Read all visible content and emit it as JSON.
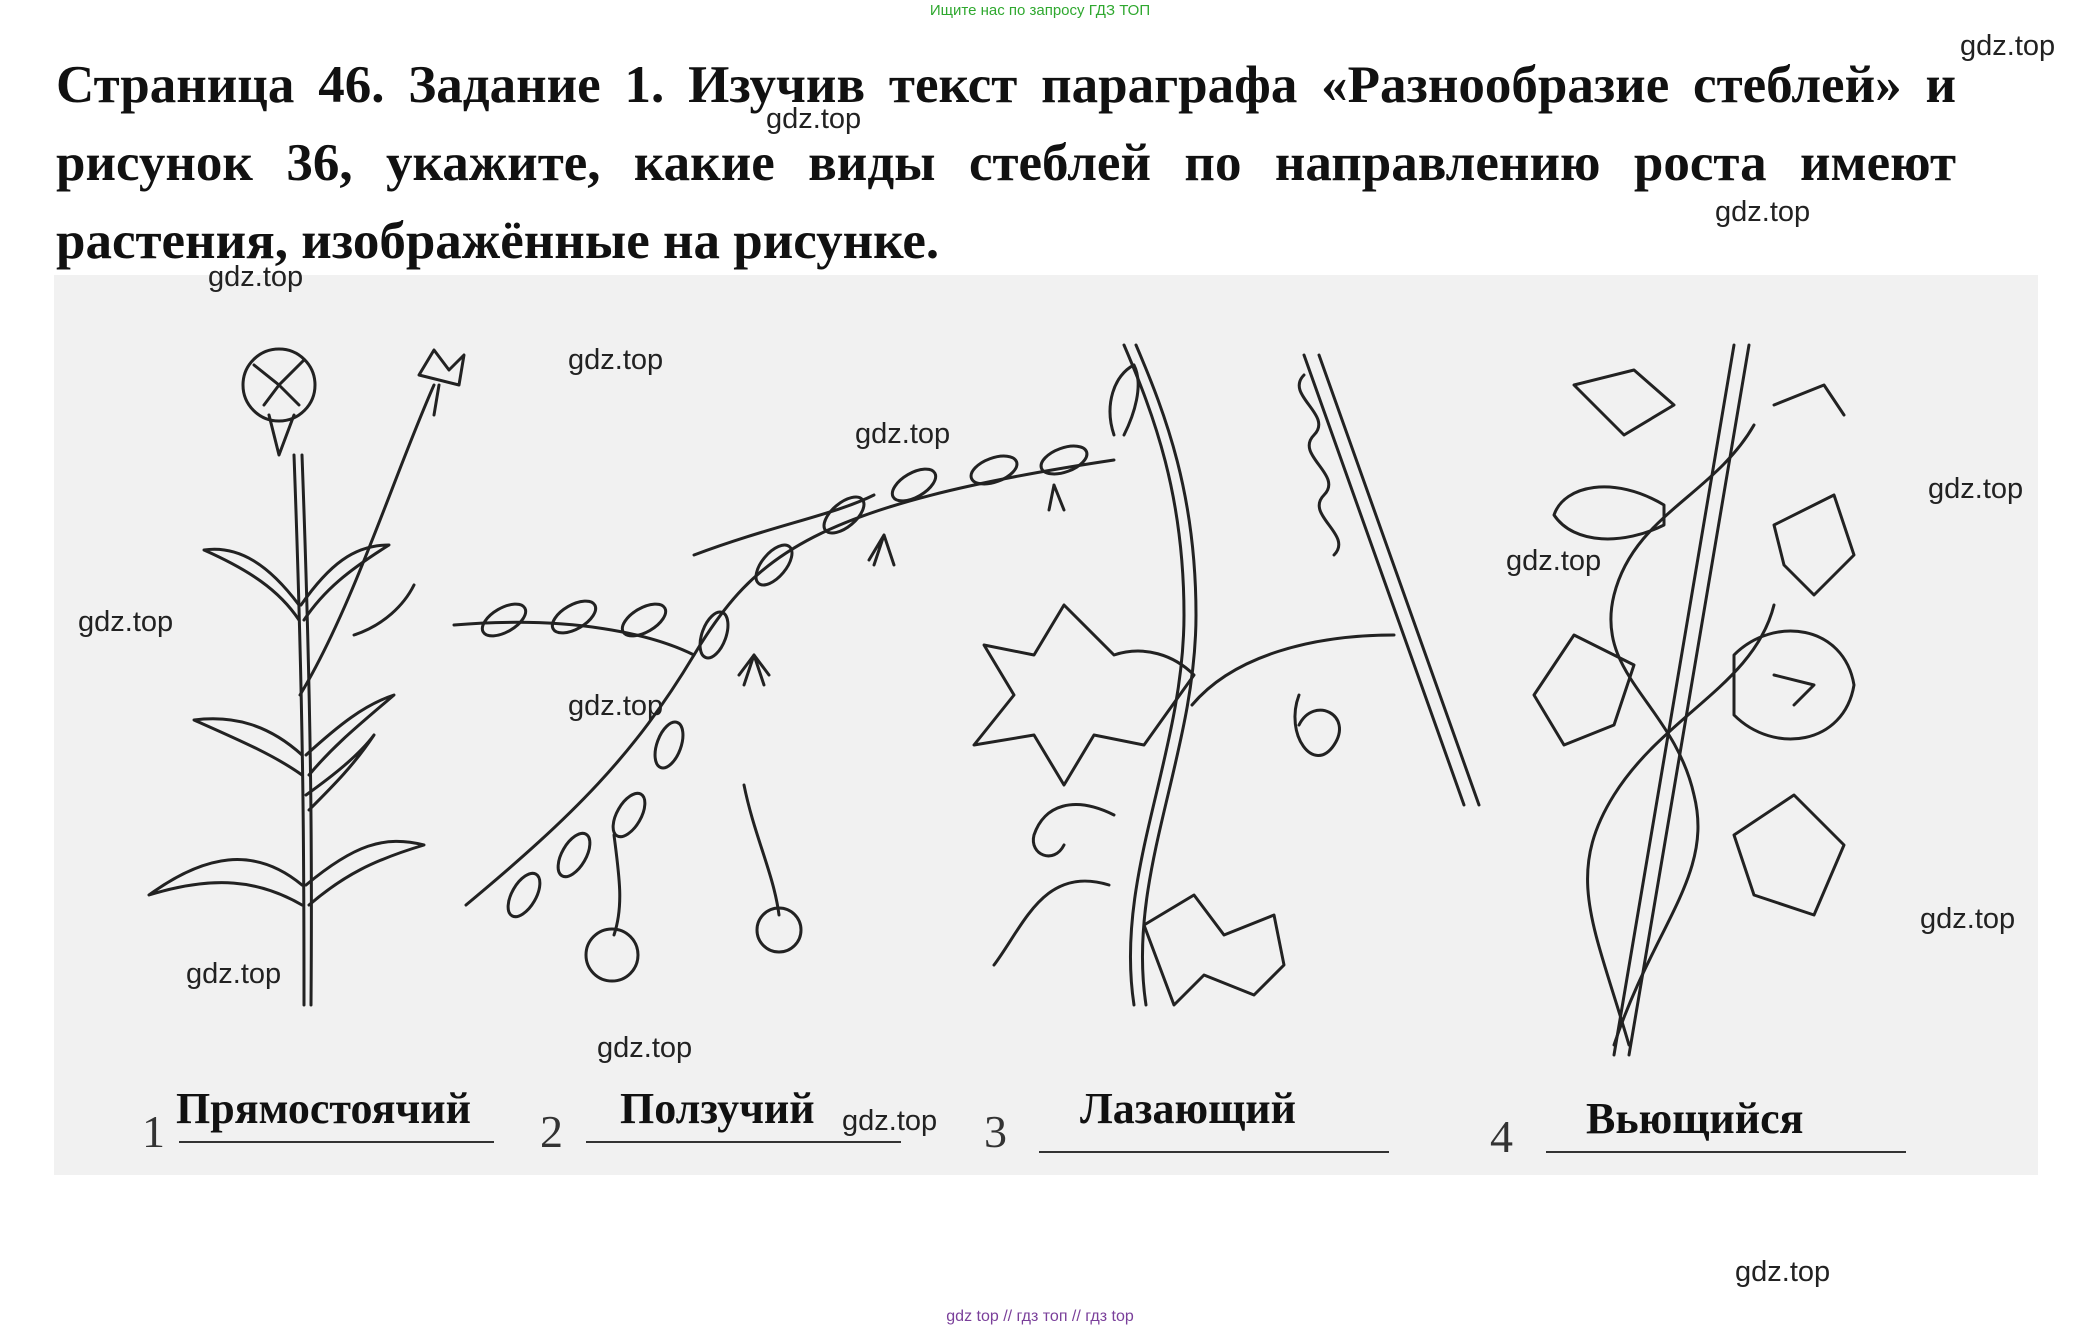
{
  "banner": "Ищите нас по запросу ГДЗ ТОП",
  "task_text": "Страница 46. Задание 1. Изучив текст параграфа «Разнообразие стеблей» и рисунок 36, укажите, какие виды стеблей по направлению роста имеют растения, изображённые на рисунке.",
  "figure": {
    "items": [
      {
        "number": "1",
        "answer": "Прямостоячий"
      },
      {
        "number": "2",
        "answer": "Ползучий"
      },
      {
        "number": "3",
        "answer": "Лазающий"
      },
      {
        "number": "4",
        "answer": "Вьющийся"
      }
    ]
  },
  "watermark": "gdz.top",
  "footer": "gdz top  //  гдз топ  //  гдз top",
  "colors": {
    "banner": "#2fa82f",
    "footer": "#7a3f9a",
    "figure_bg": "#f1f1f1"
  }
}
